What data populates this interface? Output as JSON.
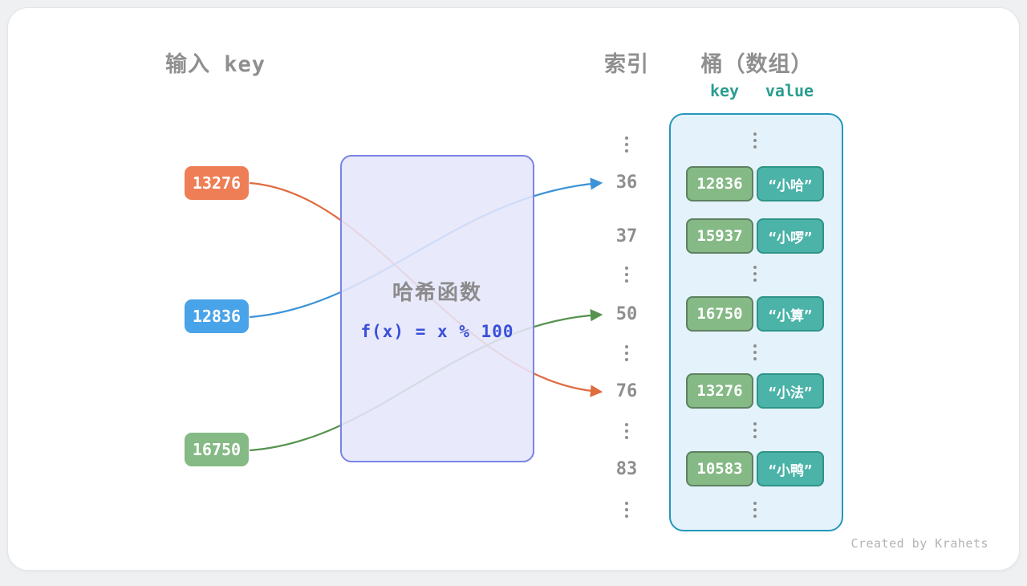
{
  "headers": {
    "input_key": "输入 key",
    "index": "索引",
    "bucket": "桶（数组）",
    "key_col": "key",
    "value_col": "value"
  },
  "hash_function": {
    "title": "哈希函数",
    "formula": "f(x) = x % 100"
  },
  "input_keys": [
    {
      "value": "13276",
      "color": "#ee7e55",
      "maps_to_index": "76"
    },
    {
      "value": "12836",
      "color": "#49a3e9",
      "maps_to_index": "36"
    },
    {
      "value": "16750",
      "color": "#85b985",
      "maps_to_index": "50"
    }
  ],
  "indices": [
    "36",
    "37",
    "50",
    "76",
    "83"
  ],
  "bucket_entries": [
    {
      "key": "12836",
      "value": "“小哈”"
    },
    {
      "key": "15937",
      "value": "“小啰”"
    },
    {
      "key": "16750",
      "value": "“小算”"
    },
    {
      "key": "13276",
      "value": "“小法”"
    },
    {
      "key": "10583",
      "value": "“小鸭”"
    }
  ],
  "colors": {
    "key_cell": "#85b985",
    "value_cell": "#4bb3a8",
    "bucket_border": "#2397bb",
    "bucket_fill": "#e4f2fb",
    "hash_box_border": "#7b83e6",
    "formula_text": "#3a50d9",
    "arrow_orange": "#e06b3f",
    "arrow_blue": "#3c93d8",
    "arrow_green": "#55934e"
  },
  "credit": "Created by Krahets"
}
